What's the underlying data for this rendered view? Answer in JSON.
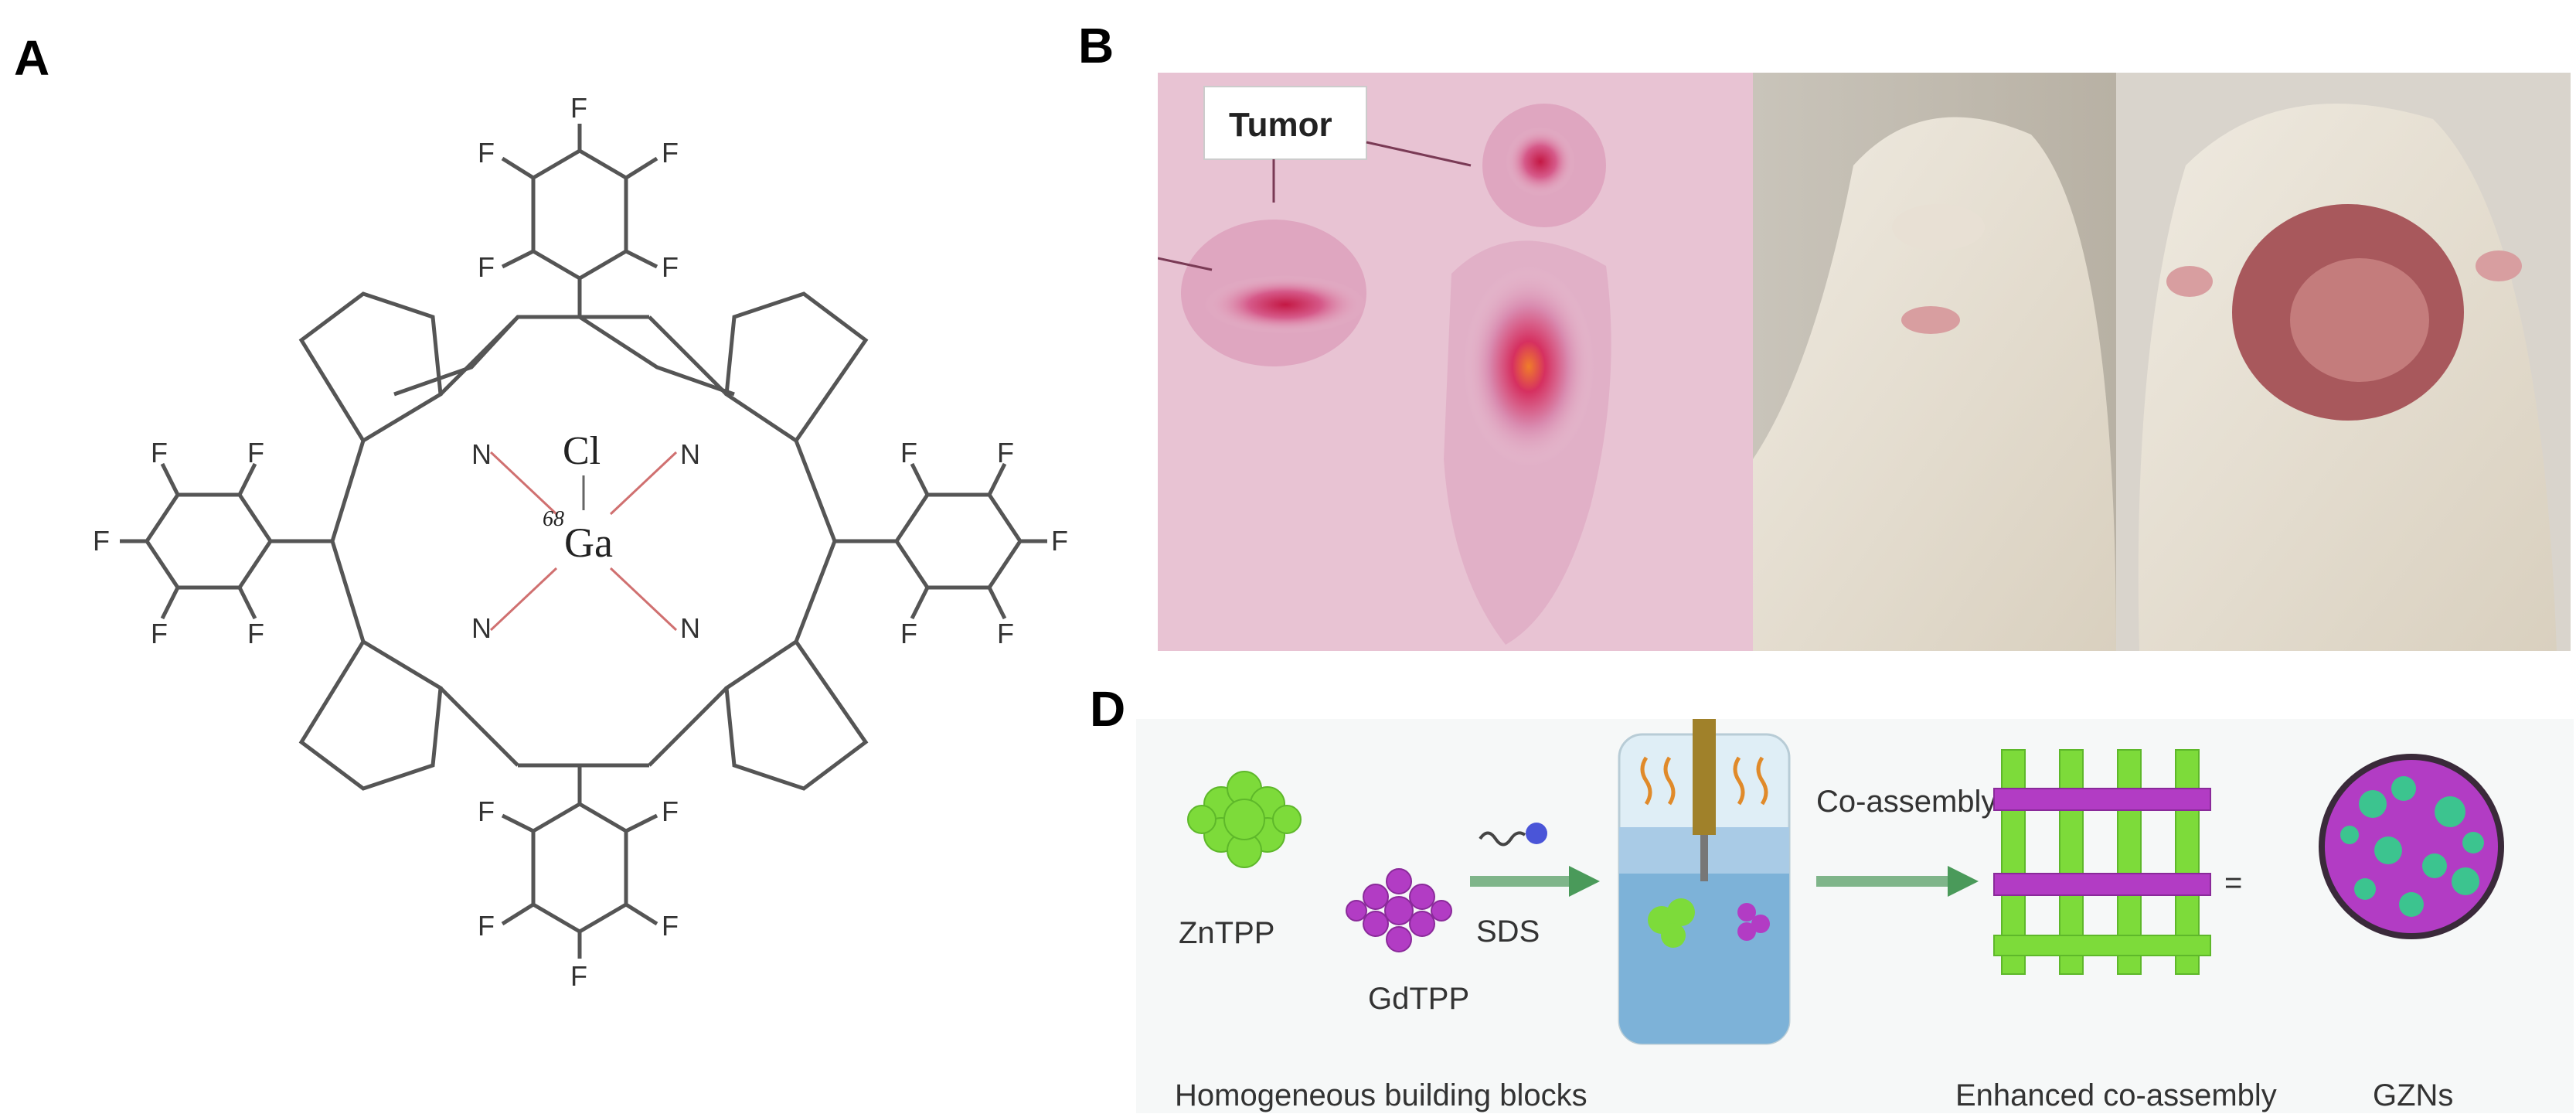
{
  "panels": {
    "a": {
      "letter": "A"
    },
    "b": {
      "letter": "B",
      "tumor_label": "Tumor"
    },
    "d": {
      "letter": "D",
      "zntpp": "ZnTPP",
      "gdtpp": "GdTPP",
      "sds": "SDS",
      "co_assembly": "Co-assembly",
      "equals": "=",
      "caption_left": "Homogeneous building blocks",
      "caption_mid": "Enhanced co-assembly",
      "caption_right": "GZNs"
    }
  },
  "molecule": {
    "metal": "Ga",
    "isotope": "68",
    "axial_ligand": "Cl",
    "nitrogen": "N",
    "fluorine": "F"
  },
  "colors": {
    "zntpp_green": "#7ddb3a",
    "gdtpp_purple": "#b23cc4",
    "arrow_green": "#4a9a5a",
    "heat_bg": "#e8c3d3",
    "heat_core": "#d4305a"
  }
}
